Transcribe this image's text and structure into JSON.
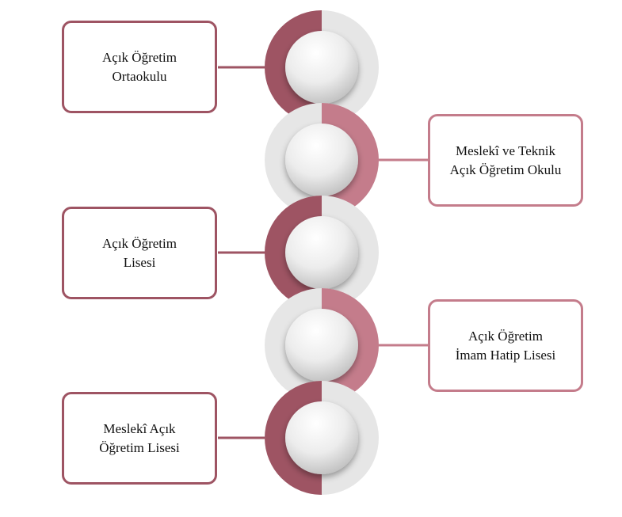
{
  "colors": {
    "dark": "#9e5463",
    "light": "#c47c8b",
    "track": "#e6e6e6",
    "text": "#111111"
  },
  "steps": [
    {
      "label": "Açık Öğretim\nOrtaokulu",
      "side": "left",
      "tone": "dark"
    },
    {
      "label": "Meslekî ve Teknik\nAçık Öğretim Okulu",
      "side": "right",
      "tone": "light"
    },
    {
      "label": "Açık Öğretim\nLisesi",
      "side": "left",
      "tone": "dark"
    },
    {
      "label": "Açık Öğretim\nİmam Hatip Lisesi",
      "side": "right",
      "tone": "light"
    },
    {
      "label": "Meslekî Açık\nÖğretim Lisesi",
      "side": "left",
      "tone": "dark"
    }
  ]
}
